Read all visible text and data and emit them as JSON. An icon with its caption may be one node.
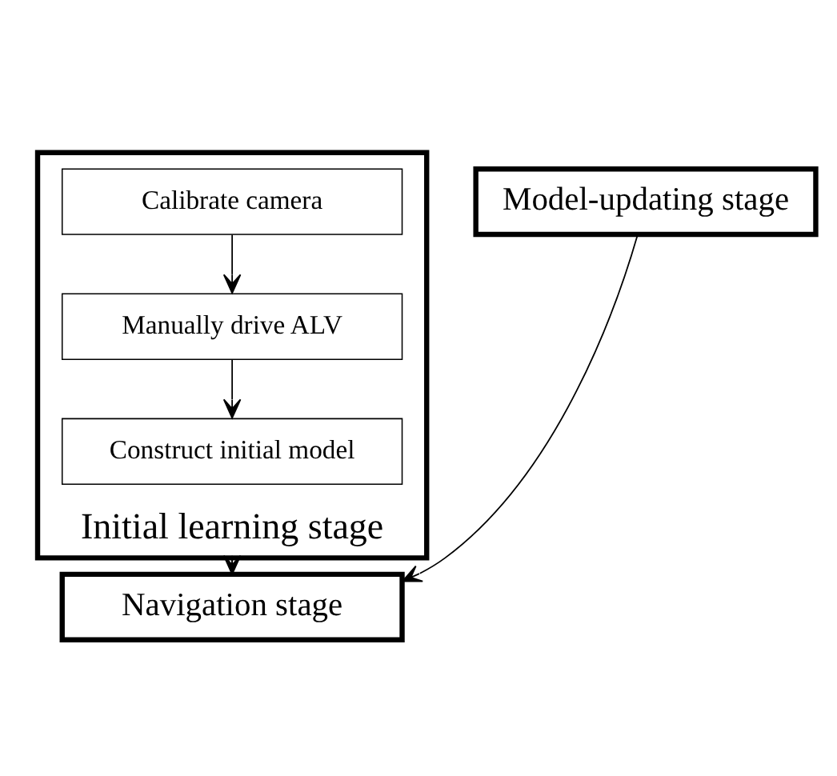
{
  "diagram": {
    "nodes": [
      {
        "text": [
          "Initial learning stage"
        ]
      },
      {
        "text": [
          "Calibrate camera"
        ],
        "in": 0
      },
      {
        "text": [
          "Manually drive ALV"
        ],
        "in": 0
      },
      {
        "text": [
          "Construct initial model"
        ],
        "in": 0
      },
      {
        "text": [
          "Navigation stage"
        ]
      },
      {
        "text": [
          "Model-updating stage"
        ]
      }
    ],
    "edges": [
      {
        "from": 1,
        "to": 2,
        "arrow": "to"
      },
      {
        "from": 2,
        "to": 3,
        "arrow": "to"
      },
      {
        "from": 0,
        "to": 4,
        "arrow": "to"
      },
      {
        "from": 5,
        "to": 4,
        "arrow": "to"
      }
    ]
  }
}
